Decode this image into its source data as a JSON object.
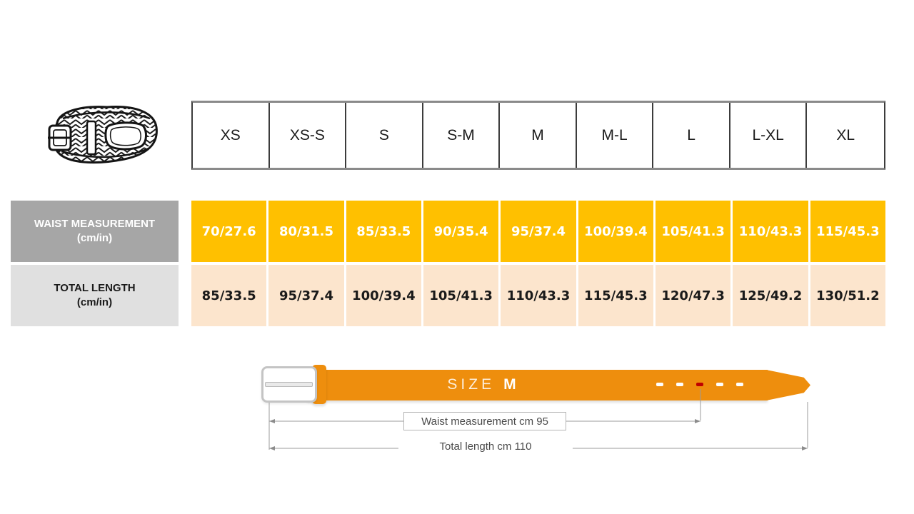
{
  "chart_data": {
    "type": "table",
    "title": "",
    "categories": [
      "XS",
      "XS-S",
      "S",
      "S-M",
      "M",
      "M-L",
      "L",
      "L-XL",
      "XL"
    ],
    "series": [
      {
        "name": "WAIST MEASUREMENT (cm/in)",
        "values": [
          "70/27.6",
          "80/31.5",
          "85/33.5",
          "90/35.4",
          "95/37.4",
          "100/39.4",
          "105/41.3",
          "110/43.3",
          "115/45.3"
        ]
      },
      {
        "name": "TOTAL LENGTH (cm/in)",
        "values": [
          "85/33.5",
          "95/37.4",
          "100/39.4",
          "105/41.3",
          "110/43.3",
          "115/45.3",
          "120/47.3",
          "125/49.2",
          "130/51.2"
        ]
      }
    ],
    "annotations": [
      "SIZE M",
      "Waist measurement cm 95",
      "Total length cm 110"
    ],
    "legend_position": "none",
    "grid": true
  },
  "table": {
    "sizes": [
      "XS",
      "XS-S",
      "S",
      "S-M",
      "M",
      "M-L",
      "L",
      "L-XL",
      "XL"
    ],
    "waist_row": {
      "label_line1": "WAIST MEASUREMENT",
      "label_line2": "(cm/in)",
      "values": [
        "70/27.6",
        "80/31.5",
        "85/33.5",
        "90/35.4",
        "95/37.4",
        "100/39.4",
        "105/41.3",
        "110/43.3",
        "115/45.3"
      ]
    },
    "total_row": {
      "label_line1": "TOTAL LENGTH",
      "label_line2": "(cm/in)",
      "values": [
        "85/33.5",
        "95/37.4",
        "100/39.4",
        "105/41.3",
        "110/43.3",
        "115/45.3",
        "120/47.3",
        "125/49.2",
        "130/51.2"
      ]
    }
  },
  "diagram": {
    "size_label": "SIZE",
    "size_value": "M",
    "waist_caption": "Waist measurement cm 95",
    "total_caption": "Total length cm 110",
    "hole_count": 5,
    "selected_hole_index": 2
  },
  "icons": {
    "belt_image": "braided-belt-illustration"
  },
  "colors": {
    "amber": "#FFC000",
    "peach": "#FCE5CD",
    "label_gray": "#A6A6A6",
    "label_light": "#E0E0E0",
    "belt_orange": "#EE8E0D",
    "hole_red": "#C00000"
  }
}
